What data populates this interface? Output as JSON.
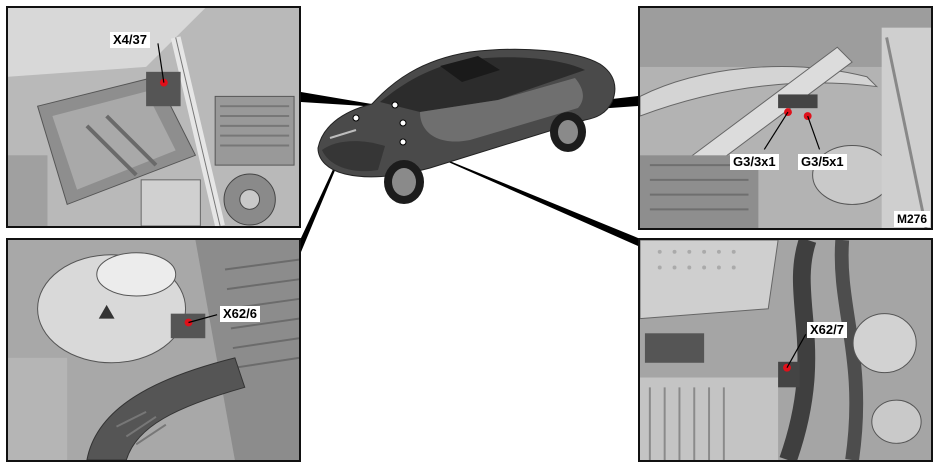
{
  "panels": {
    "top_left": {
      "label": "X4/37"
    },
    "bottom_left": {
      "label": "X62/6"
    },
    "top_right": {
      "labels": [
        "G3/3x1",
        "G3/5x1"
      ],
      "tag": "M276"
    },
    "bottom_right": {
      "label": "X62/7"
    }
  },
  "colors": {
    "marker": "#e0101a",
    "leader": "#000000",
    "car_body": "#4a4a4a",
    "panel_bg": "#bdbdbd"
  }
}
